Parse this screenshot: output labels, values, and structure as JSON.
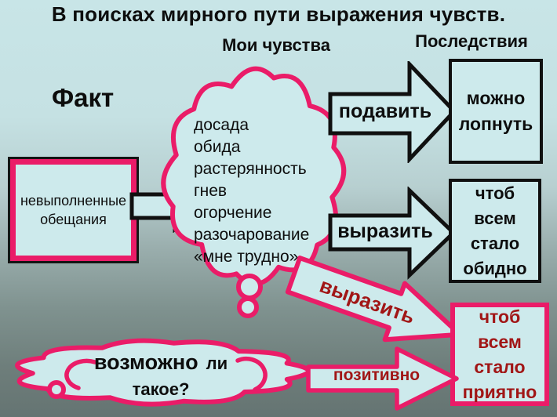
{
  "slide": {
    "title": "В поисках мирного пути выражения чувств.",
    "column_labels": {
      "feelings": "Мои чувства",
      "consequences": "Последствия"
    },
    "fact_label": "Факт",
    "fact_box": {
      "text": "невыполненные обещания"
    },
    "feelings_cloud": {
      "items": [
        "досада",
        "обида",
        "растерянность",
        "гнев",
        "огорчение",
        "разочарование",
        "«мне трудно»"
      ]
    },
    "suppress_arrow": {
      "label": "подавить"
    },
    "burst_box": {
      "lines": [
        "можно",
        "лопнуть"
      ]
    },
    "express_black_arrow": {
      "label": "выразить"
    },
    "offended_box": {
      "lines": [
        "чтоб",
        "всем",
        "стало",
        "обидно"
      ]
    },
    "express_pink_arrow": {
      "label": "выразить"
    },
    "positive_arrow": {
      "label": "позитивно"
    },
    "pleasant_box": {
      "lines": [
        "чтоб",
        "всем",
        "стало",
        "приятно"
      ]
    },
    "question_cloud": {
      "word_large": "возможно",
      "word_small": "ли",
      "line2": "такое?"
    },
    "colors": {
      "pink": "#ea1c68",
      "dark_red": "#a11616",
      "shape_fill": "#cdeaec",
      "ink": "#101010"
    }
  }
}
